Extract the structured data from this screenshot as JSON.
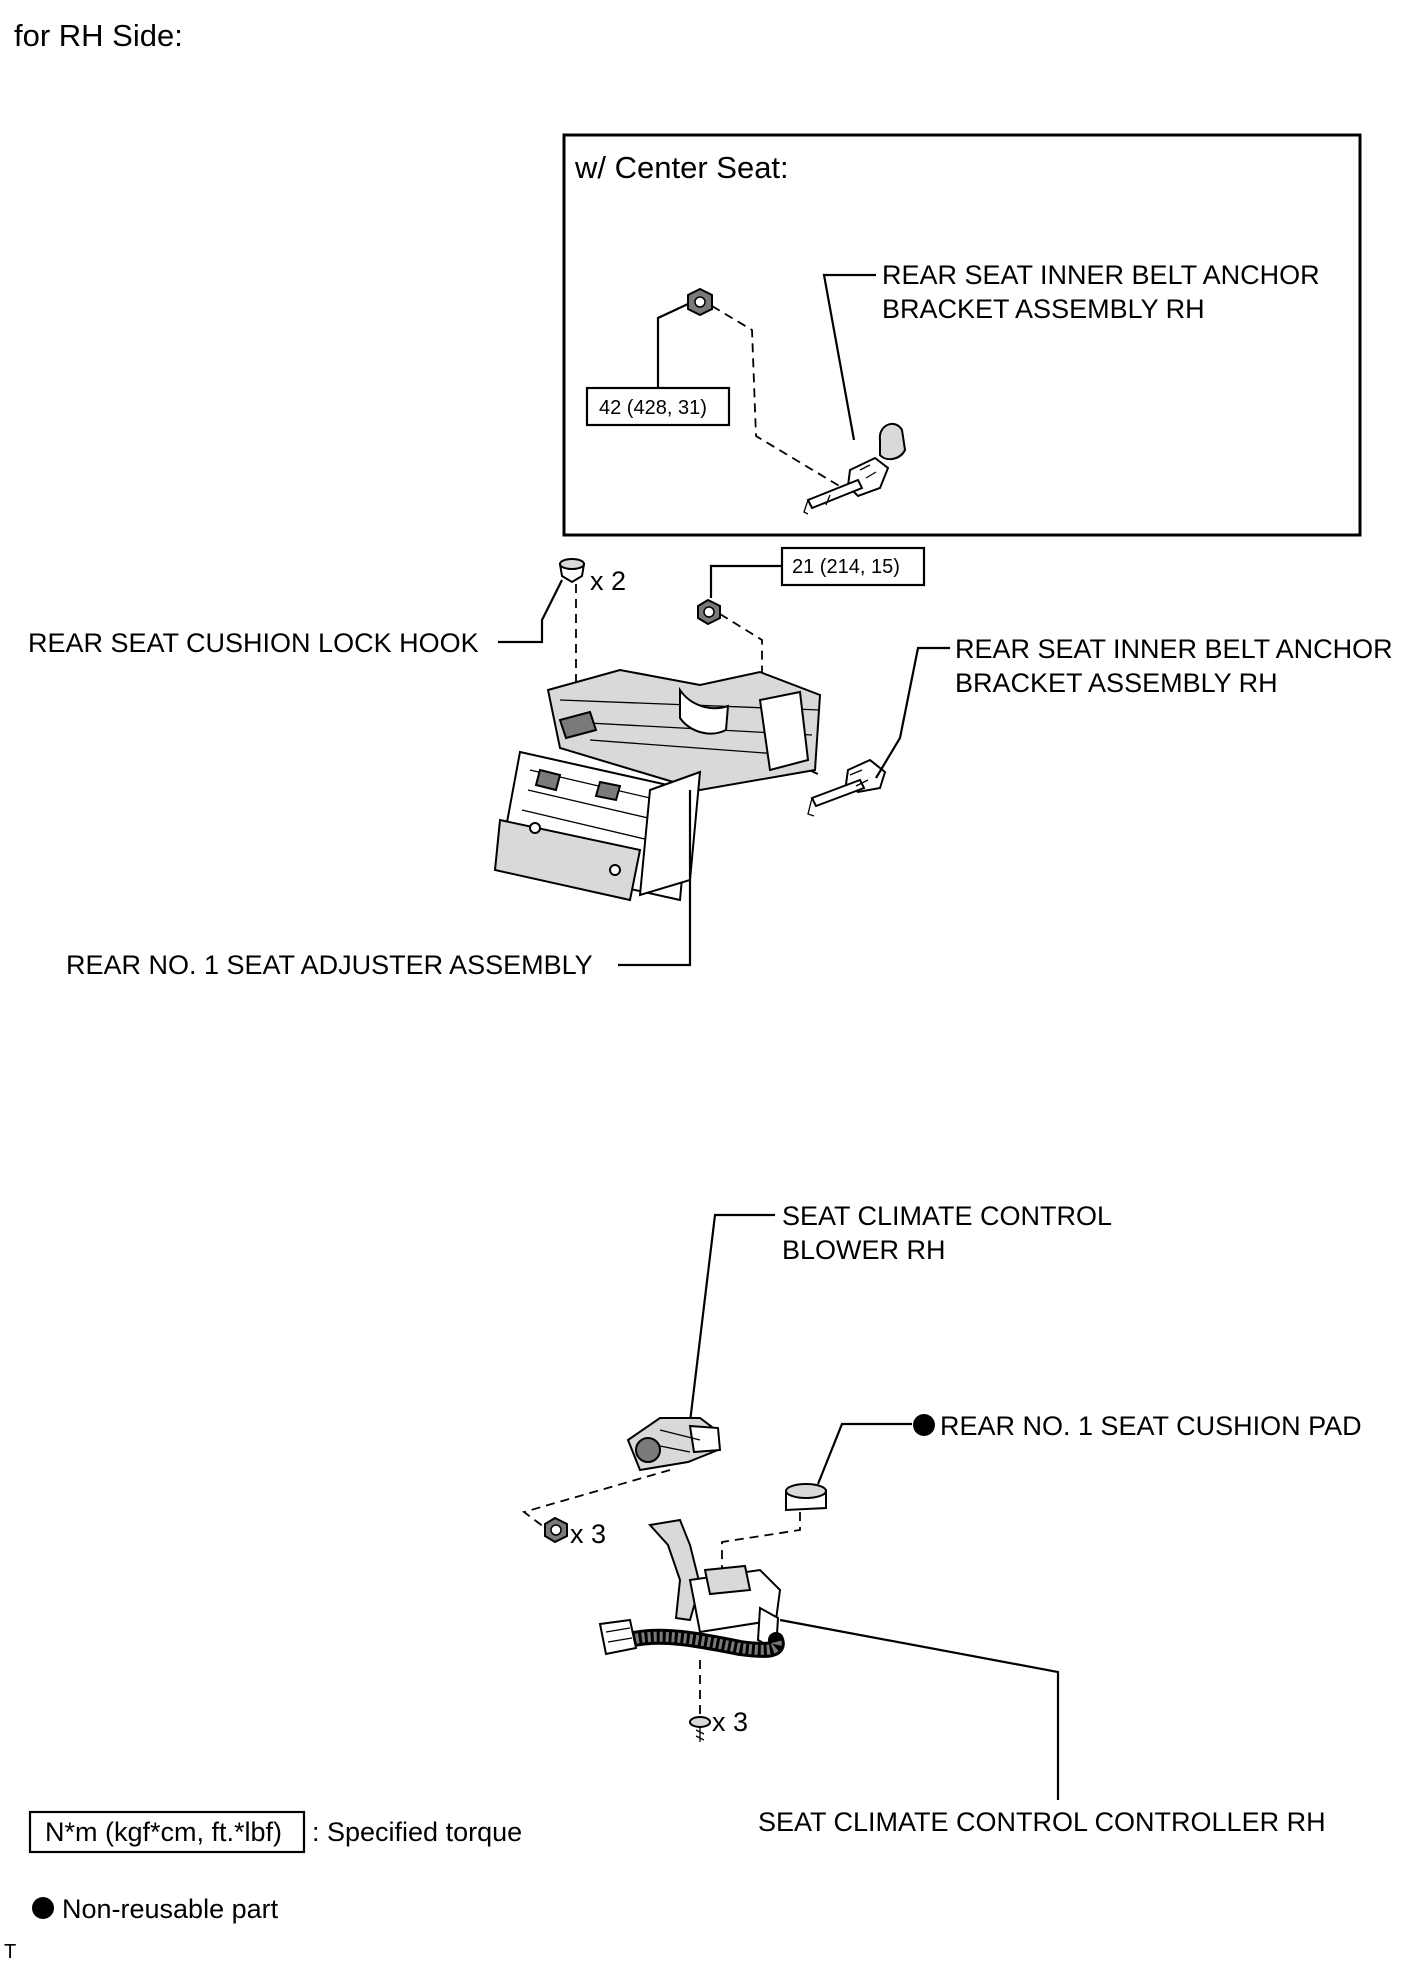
{
  "header": {
    "title": "for RH Side:"
  },
  "inset": {
    "title": "w/ Center Seat:",
    "anchor_label_line1": "REAR SEAT INNER BELT ANCHOR",
    "anchor_label_line2": "BRACKET ASSEMBLY RH",
    "torque": "42 (428, 31)"
  },
  "upper": {
    "lock_hook_label": "REAR SEAT CUSHION LOCK HOOK",
    "lock_hook_qty": "x 2",
    "torque": "21 (214, 15)",
    "anchor_label_line1": "REAR SEAT INNER BELT ANCHOR",
    "anchor_label_line2": "BRACKET ASSEMBLY RH",
    "adjuster_label": "REAR NO. 1 SEAT ADJUSTER ASSEMBLY"
  },
  "lower": {
    "blower_label_line1": "SEAT CLIMATE CONTROL",
    "blower_label_line2": "BLOWER RH",
    "cushion_pad_label": "REAR NO. 1 SEAT CUSHION PAD",
    "nut_qty": "x 3",
    "screw_qty": "x 3",
    "controller_label": "SEAT CLIMATE CONTROL CONTROLLER RH"
  },
  "legend": {
    "torque_units": "N*m (kgf*cm, ft.*lbf)",
    "torque_desc": ": Specified torque",
    "nonreusable_desc": "Non-reusable part"
  },
  "footer": {
    "corner_mark": "T"
  }
}
